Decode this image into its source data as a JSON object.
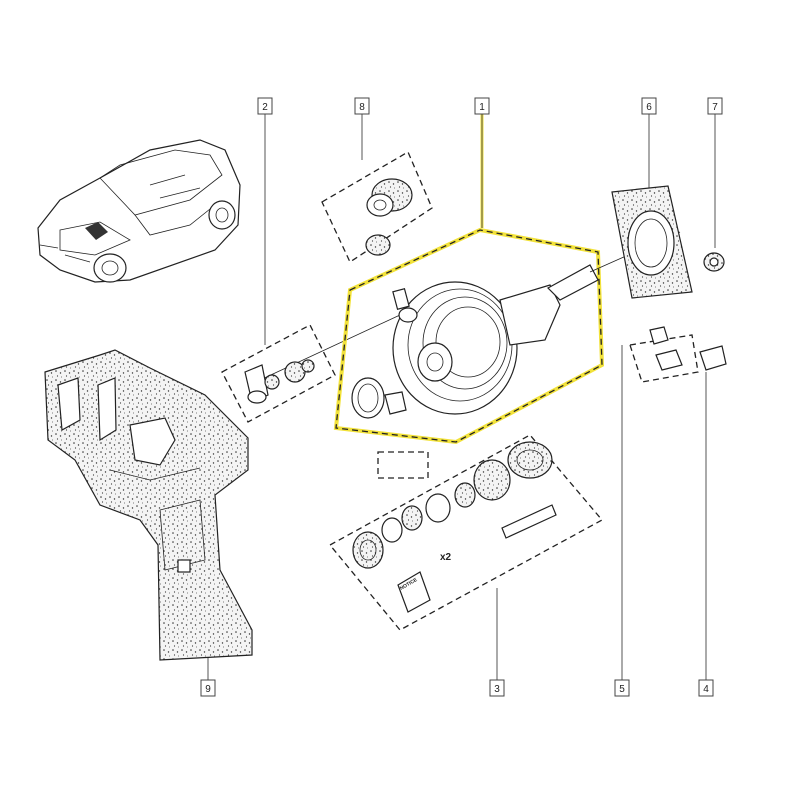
{
  "callouts": [
    {
      "id": "1",
      "label": "1"
    },
    {
      "id": "2",
      "label": "2"
    },
    {
      "id": "3",
      "label": "3"
    },
    {
      "id": "4",
      "label": "4"
    },
    {
      "id": "5",
      "label": "5"
    },
    {
      "id": "6",
      "label": "6"
    },
    {
      "id": "7",
      "label": "7"
    },
    {
      "id": "8",
      "label": "8"
    },
    {
      "id": "9",
      "label": "9"
    }
  ],
  "kit_multiplier": "x2",
  "notice_label": "NOTICE",
  "highlight_color": "#f2e23a",
  "ink_color": "#222222"
}
